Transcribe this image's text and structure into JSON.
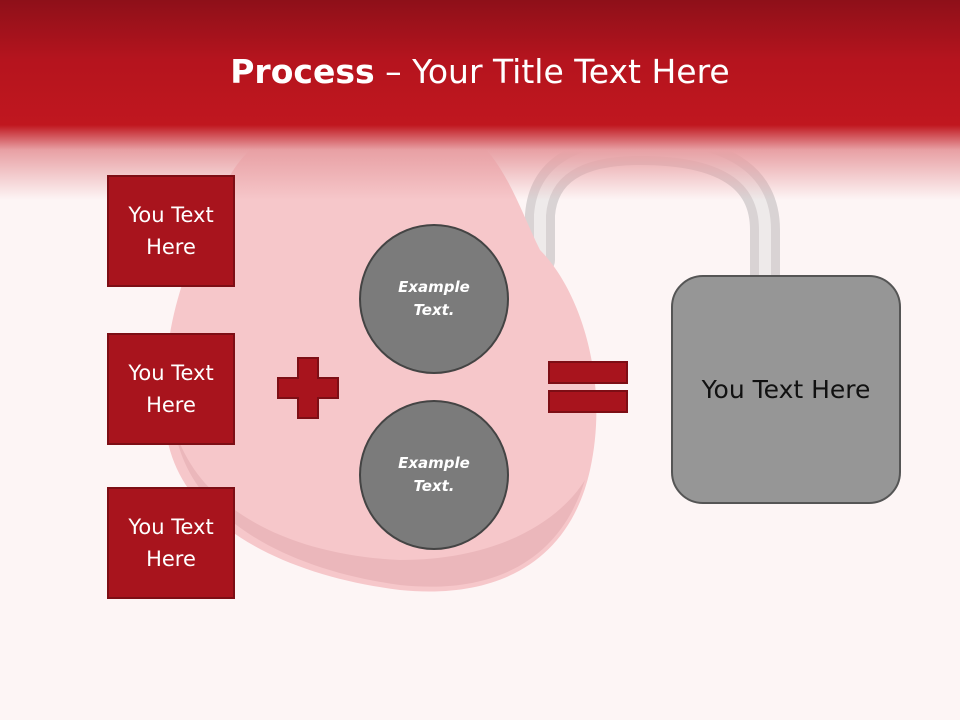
{
  "title": {
    "bold": "Process",
    "rest": " – Your Title Text Here"
  },
  "left_boxes": [
    {
      "label": "You Text Here"
    },
    {
      "label": "You Text Here"
    },
    {
      "label": "You Text Here"
    }
  ],
  "circles": [
    {
      "label": "Example Text."
    },
    {
      "label": "Example Text."
    }
  ],
  "result": {
    "label": "You Text Here"
  },
  "colors": {
    "header_red": "#c0171f",
    "box_red": "#a8141d",
    "circle_gray": "#7b7b7b",
    "result_gray": "#969696"
  },
  "icons": [
    "heart-padlock-image",
    "plus-icon",
    "equals-icon"
  ]
}
